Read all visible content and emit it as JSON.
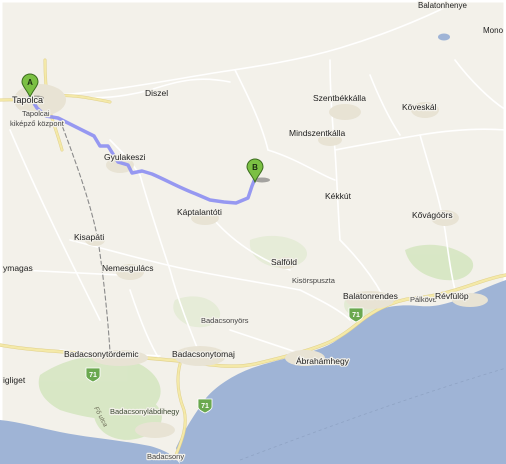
{
  "map": {
    "colors": {
      "land": "#f3f1ea",
      "water": "#9fb4d6",
      "forest": "#cfe1b7",
      "route": "#8c8ef2",
      "road": "#ffffff",
      "road_major": "#f4e9a8",
      "shield": "#6aa84f"
    },
    "markers": [
      {
        "letter": "A",
        "icon": "map-pin-green-icon"
      },
      {
        "letter": "B",
        "icon": "map-pin-green-icon"
      }
    ],
    "places": {
      "balatonhenye": "Balatonhenye",
      "monostorapati": "Mono",
      "tapolca": "Tapolca",
      "tapolca_kikepzo_1": "Tapolcai",
      "tapolca_kikepzo_2": "kiképző központ",
      "diszel": "Diszel",
      "szentbekkalla": "Szentbékkálla",
      "koveskal": "Köveskál",
      "mindszentkalla": "Mindszentkálla",
      "gyulakeszi": "Gyulakeszi",
      "kaptalantoti": "Káptalantóti",
      "kekkut": "Kékkút",
      "kovagoors": "Kővágóörs",
      "kisapati": "Kisapáti",
      "raposka": "ymagas",
      "nemesgulacs": "Nemesgulács",
      "salfold": "Salföld",
      "kisorspuszta": "Kisörspuszta",
      "balatonrendes": "Balatonrendes",
      "palkove": "Pálköve",
      "revfulop": "Révfülöp",
      "badacsonyors": "Badacsonyörs",
      "badacsonytordemic": "Badacsonytördemic",
      "badacsonytomaj": "Badacsonytomaj",
      "abrahamhegy": "Ábrahámhegy",
      "szigliget": "igliget",
      "badacsonylabdihegy": "Badacsonylábdihegy",
      "badacsony": "Badacsony"
    },
    "road_shields": [
      "71",
      "71",
      "71"
    ],
    "street_labels": [
      "Fő utca"
    ]
  }
}
